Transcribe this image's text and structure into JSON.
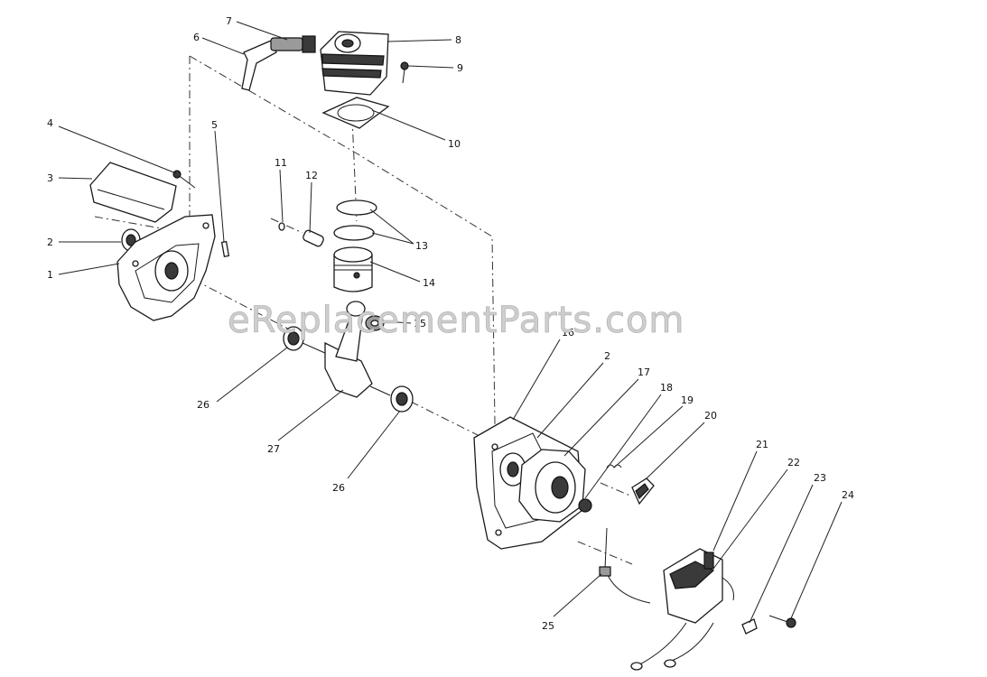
{
  "watermark": "eReplacementParts.com",
  "callouts": [
    {
      "id": "c1",
      "text": "1"
    },
    {
      "id": "c2a",
      "text": "2"
    },
    {
      "id": "c3",
      "text": "3"
    },
    {
      "id": "c4",
      "text": "4"
    },
    {
      "id": "c5",
      "text": "5"
    },
    {
      "id": "c6",
      "text": "6"
    },
    {
      "id": "c7",
      "text": "7"
    },
    {
      "id": "c8",
      "text": "8"
    },
    {
      "id": "c9",
      "text": "9"
    },
    {
      "id": "c10",
      "text": "10"
    },
    {
      "id": "c11",
      "text": "11"
    },
    {
      "id": "c12",
      "text": "12"
    },
    {
      "id": "c13",
      "text": "13"
    },
    {
      "id": "c14",
      "text": "14"
    },
    {
      "id": "c15",
      "text": "15"
    },
    {
      "id": "c16",
      "text": "16"
    },
    {
      "id": "c2b",
      "text": "2"
    },
    {
      "id": "c17",
      "text": "17"
    },
    {
      "id": "c18",
      "text": "18"
    },
    {
      "id": "c19",
      "text": "19"
    },
    {
      "id": "c20",
      "text": "20"
    },
    {
      "id": "c21",
      "text": "21"
    },
    {
      "id": "c22",
      "text": "22"
    },
    {
      "id": "c23",
      "text": "23"
    },
    {
      "id": "c24",
      "text": "24"
    },
    {
      "id": "c25",
      "text": "25"
    },
    {
      "id": "c26a",
      "text": "26"
    },
    {
      "id": "c26b",
      "text": "26"
    },
    {
      "id": "c27",
      "text": "27"
    }
  ]
}
